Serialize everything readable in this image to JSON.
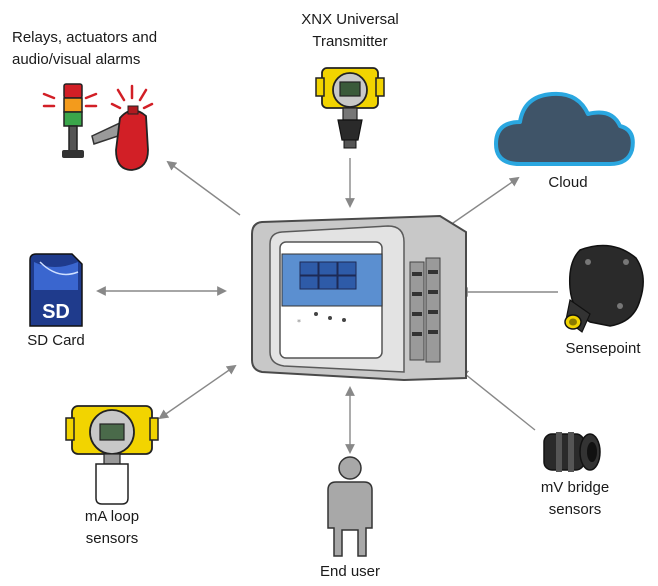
{
  "labels": {
    "alarms": [
      "Relays, actuators and",
      "audio/visual alarms"
    ],
    "xnx": [
      "XNX Universal",
      "Transmitter"
    ],
    "cloud": "Cloud",
    "sd_card": "SD Card",
    "sd_text": "SD",
    "sensepoint": "Sensepoint",
    "ma_loop": [
      "mA loop",
      "sensors"
    ],
    "end_user": "End user",
    "mv_bridge": [
      "mV bridge",
      "sensors"
    ]
  },
  "colors": {
    "arrow": "#888888",
    "cloud_fill": "#3f5468",
    "cloud_outline": "#2aa7e0",
    "sd_blue": "#1f3b8c",
    "yellow": "#f2d400",
    "alarm_red": "#d21f26",
    "device_grey": "#c8c8c8",
    "screen_blue": "#5b8fd0"
  },
  "icons": {
    "hub": "gas-detection-controller-icon",
    "alarms": "alarm-beacon-icon",
    "xnx": "xnx-transmitter-icon",
    "cloud": "cloud-icon",
    "sd": "sd-card-icon",
    "sensepoint": "sensepoint-sensor-icon",
    "ma_loop": "ma-loop-sensor-icon",
    "end_user": "person-icon",
    "mv_bridge": "mv-bridge-sensor-icon"
  }
}
